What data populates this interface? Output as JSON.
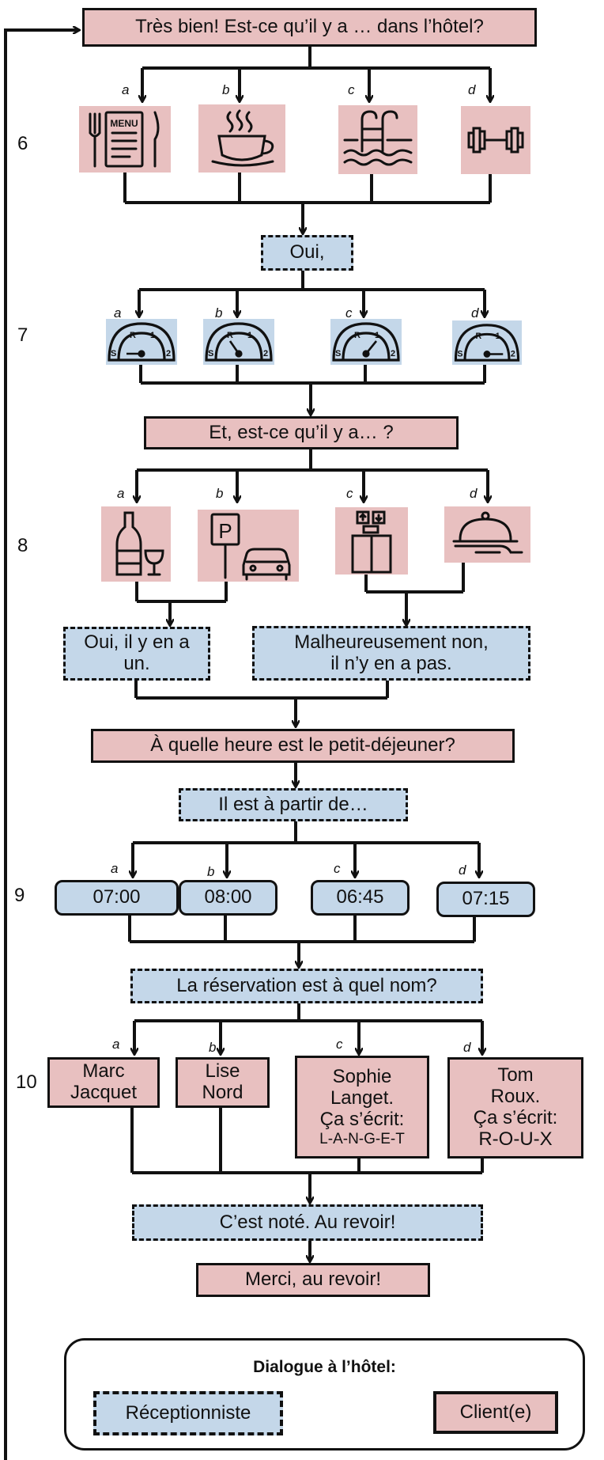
{
  "labels": {
    "a": "a",
    "b": "b",
    "c": "c",
    "d": "d"
  },
  "steps": {
    "s6": "6",
    "s7": "7",
    "s8": "8",
    "s9": "9",
    "s10": "10"
  },
  "q6": "Très bien! Est-ce qu’il y a … dans l’hôtel?",
  "icons6": [
    "restaurant-menu-icon",
    "coffee-cup-icon",
    "swimming-pool-icon",
    "dumbbell-gym-icon"
  ],
  "menu_word": "MENU",
  "a6": "Oui,",
  "icons7": [
    "stars-rating-dial-s-icon",
    "stars-rating-dial-r-icon",
    "stars-rating-dial-1-icon",
    "stars-rating-dial-2-icon"
  ],
  "dial_letters": {
    "s": "S",
    "r": "R",
    "one": "1",
    "two": "2"
  },
  "q8": "Et, est-ce qu’il y a…  ?",
  "icons8": [
    "bar-wine-icon",
    "parking-icon",
    "lift-elevator-icon",
    "room-service-icon"
  ],
  "parking_letter": "P",
  "a8_yes": "Oui, il y en a un.",
  "a8_no_line1": "Malheureusement non,",
  "a8_no_line2": "il n’y en a pas.",
  "q9": "À quelle heure est le petit-déjeuner?",
  "a9": "Il est à partir de…",
  "times": [
    "07:00",
    "08:00",
    "06:45",
    "07:15"
  ],
  "q10": "La réservation est à quel nom?",
  "names": {
    "a_line1": "Marc",
    "a_line2": "Jacquet",
    "b_line1": "Lise",
    "b_line2": "Nord",
    "c_line1": "Sophie",
    "c_line2": "Langet.",
    "c_line3": "Ça s’écrit:",
    "c_line4": "L-A-N-G-E-T",
    "d_line1": "Tom",
    "d_line2": "Roux.",
    "d_line3": "Ça s’écrit:",
    "d_line4": "R-O-U-X"
  },
  "closing_receptionist": "C’est noté. Au revoir!",
  "closing_client": "Merci, au revoir!",
  "legend": {
    "title": "Dialogue à l’hôtel:",
    "receptionist": "Réceptionniste",
    "client": "Client(e)"
  },
  "colors": {
    "client": "#e8c0c0",
    "receptionist": "#c4d7e9",
    "line": "#111111"
  }
}
